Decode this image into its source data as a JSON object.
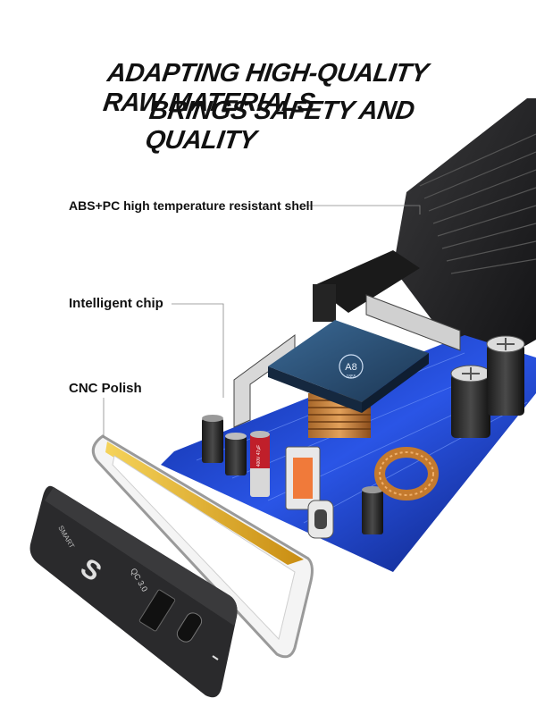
{
  "headline": {
    "line1": "ADAPTING HIGH-QUALITY RAW MATERIALS",
    "line2": "BRINGS SAFETY AND QUALITY"
  },
  "callouts": {
    "shell": "ABS+PC  high temperature resistant shell",
    "chip": "Intelligent chip",
    "polish": "CNC Polish"
  },
  "product": {
    "chip_label": "A8",
    "chip_sub": "1855",
    "cap_label": "400V 47μF",
    "brand_text": "SMART",
    "qc_label": "QC 3.0"
  },
  "colors": {
    "shell": "#1d1d1f",
    "pcb": "#1a3fd0",
    "chip": "#2b4e72",
    "gold": "#e7b32a"
  }
}
